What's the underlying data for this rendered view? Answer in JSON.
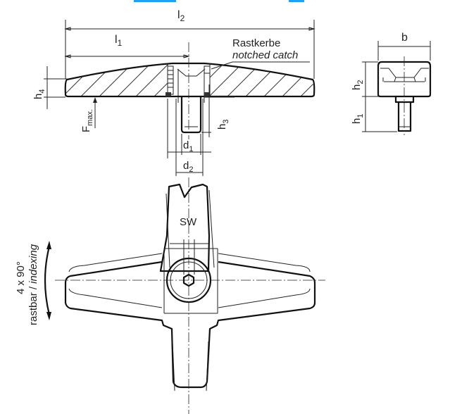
{
  "colors": {
    "accent": "#1da1f2",
    "line": "#111111"
  },
  "labels": {
    "l2": "l",
    "l2_sub": "2",
    "l1": "l",
    "l1_sub": "1",
    "h4": "h",
    "h4_sub": "4",
    "h3": "h",
    "h3_sub": "3",
    "h2": "h",
    "h2_sub": "2",
    "h1": "h",
    "h1_sub": "1",
    "fmax": "F",
    "fmax_sub": "max.",
    "d1": "d",
    "d1_sub": "1",
    "d2": "d",
    "d2_sub": "2",
    "b": "b",
    "sw": "SW",
    "rastkerbe": "Rastkerbe",
    "notched_catch": "notched catch",
    "indexing_angle": "4 x 90°",
    "indexing_de": "rastbar / ",
    "indexing_en": "indexing"
  }
}
